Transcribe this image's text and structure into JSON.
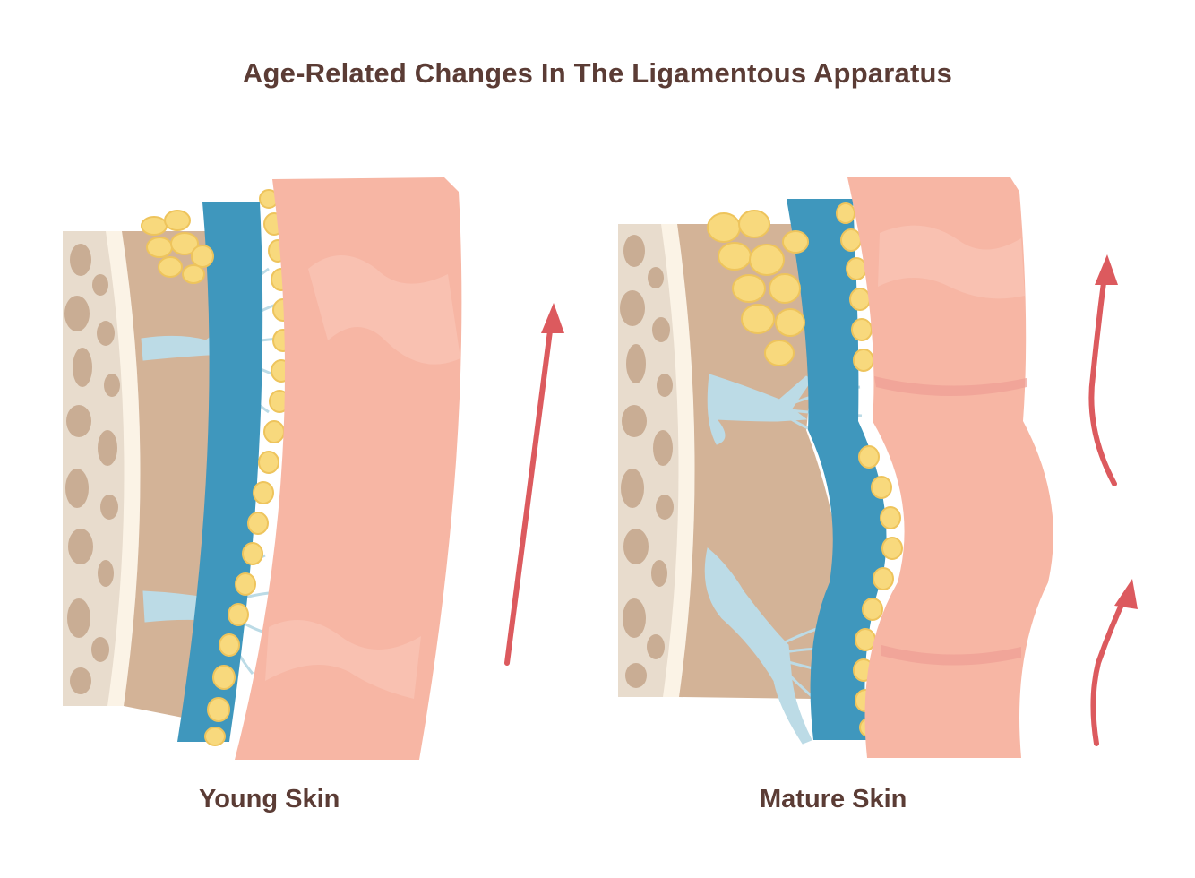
{
  "title": "Age-Related Changes In The Ligamentous Apparatus",
  "panels": {
    "young": {
      "caption": "Young Skin"
    },
    "mature": {
      "caption": "Mature Skin"
    }
  },
  "colors": {
    "title_text": "#5b3c35",
    "bone": "#e8dccd",
    "bone_pores": "#c9ad94",
    "periosteum": "#fbf3e6",
    "muscle": "#d3b397",
    "fat": "#f8d97d",
    "fat_outline": "#eec45c",
    "fascia": "#3f97bd",
    "ligament": "#bcdbe6",
    "skin": "#f7b6a4",
    "skin_light": "#fac6b6",
    "arrow": "#dc5a5e"
  }
}
